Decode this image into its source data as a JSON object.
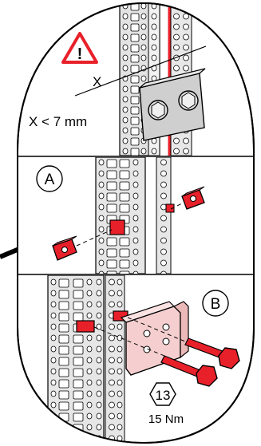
{
  "panel_top": {
    "warning_symbol": "!",
    "dimension_mark": "X",
    "dimension_note": "X < 7 mm"
  },
  "panel_middle": {
    "step_label": "A"
  },
  "panel_bottom": {
    "step_label": "B",
    "wrench_size": "13",
    "torque": "15 Nm"
  },
  "colors": {
    "highlight": "#e8202a",
    "bracket_fill": "#f5cfcf",
    "rail_fill": "#d9d9d9",
    "outline": "#000000"
  },
  "icons": [
    "warning-triangle-icon",
    "hex-wrench-size-icon"
  ]
}
